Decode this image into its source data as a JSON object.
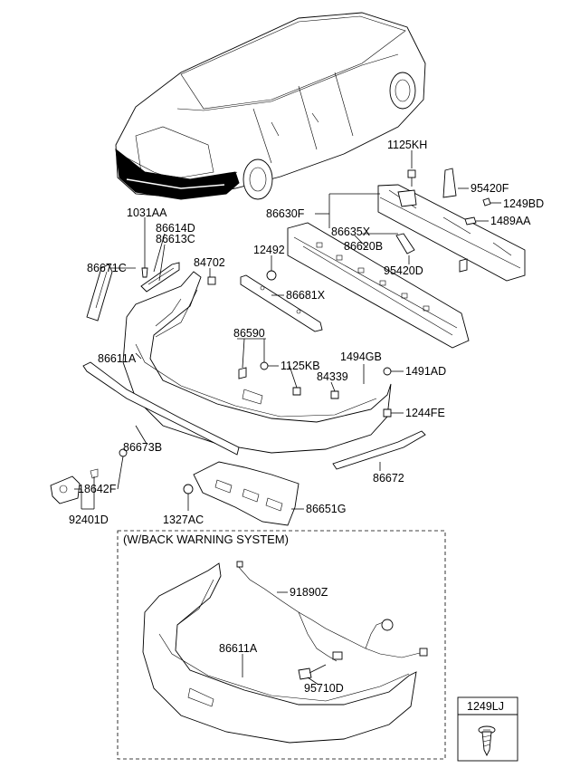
{
  "section_title": "(W/BACK WARNING SYSTEM)",
  "legend_part": "1249LJ",
  "parts": {
    "p1125KH": "1125KH",
    "p95420F": "95420F",
    "p1249BD": "1249BD",
    "p1489AA": "1489AA",
    "p86630F": "86630F",
    "p86635X": "86635X",
    "p86620B": "86620B",
    "p95420D": "95420D",
    "p1031AA": "1031AA",
    "p86614D": "86614D",
    "p86613C": "86613C",
    "p86671C": "86671C",
    "p84702": "84702",
    "p12492": "12492",
    "p86681X": "86681X",
    "p86590": "86590",
    "p86611A_top": "86611A",
    "p1125KB": "1125KB",
    "p84339": "84339",
    "p1494GB": "1494GB",
    "p1491AD": "1491AD",
    "p1244FE": "1244FE",
    "p86673B": "86673B",
    "p86672": "86672",
    "p18642F": "18642F",
    "p92401D": "92401D",
    "p1327AC": "1327AC",
    "p86651G": "86651G",
    "p91890Z": "91890Z",
    "p86611A_bottom": "86611A",
    "p95710D": "95710D"
  }
}
